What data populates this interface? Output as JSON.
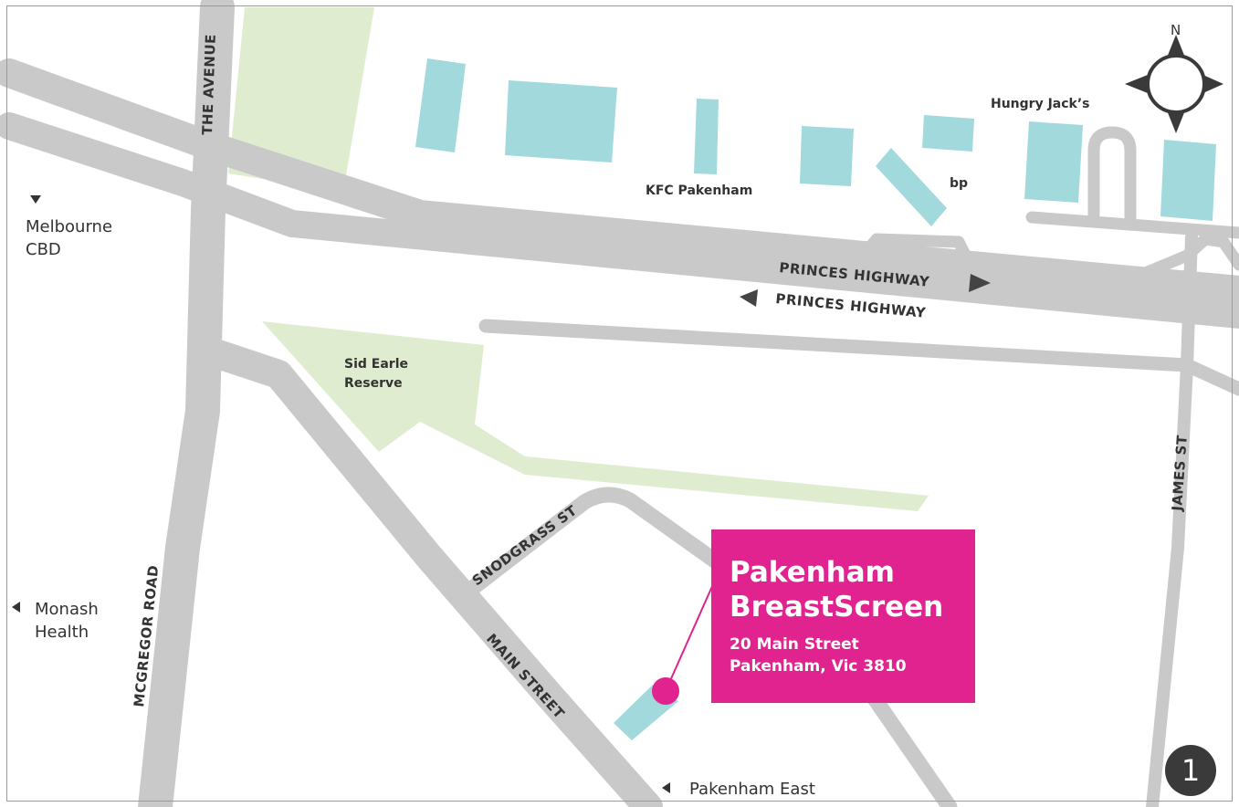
{
  "map": {
    "compass": {
      "north_label": "N"
    },
    "roads": {
      "the_avenue": "THE AVENUE",
      "mcgregor_road": "MCGREGOR ROAD",
      "princes_highway_east": "PRINCES HIGHWAY",
      "princes_highway_west": "PRINCES HIGHWAY",
      "snodgrass_st": "SNODGRASS ST",
      "main_street": "MAIN STREET",
      "james_st": "JAMES ST"
    },
    "places": {
      "kfc": "KFC Pakenham",
      "bp": "bp",
      "hungry_jacks": "Hungry Jack’s",
      "reserve_line1": "Sid Earle",
      "reserve_line2": "Reserve"
    },
    "directions": {
      "melbourne_line1": "Melbourne",
      "melbourne_line2": "CBD",
      "monash_line1": "Monash",
      "monash_line2": "Health",
      "pakenham_east": "Pakenham East"
    },
    "destination": {
      "name_line1": "Pakenham",
      "name_line2": "BreastScreen",
      "address_line1": "20 Main Street",
      "address_line2": "Pakenham, Vic 3810"
    },
    "map_number": "1",
    "colors": {
      "road": "#c9c9c9",
      "park": "#dfeccf",
      "building": "#a1d9dd",
      "accent": "#e0238e",
      "text": "#333333"
    }
  }
}
